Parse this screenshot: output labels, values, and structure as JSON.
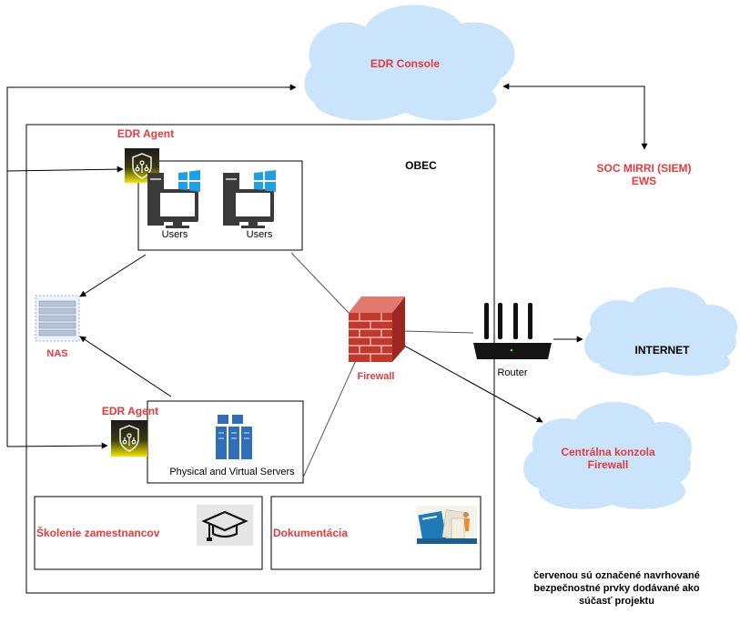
{
  "labels": {
    "edr_console": "EDR Console",
    "obec": "OBEC",
    "edr_agent_top": "EDR Agent",
    "edr_agent_bottom": "EDR Agent",
    "users_1": "Users",
    "users_2": "Users",
    "nas": "NAS",
    "firewall": "Firewall",
    "router": "Router",
    "internet": "INTERNET",
    "soc": "SOC MIRRI (SIEM)\nEWS",
    "central_console": "Centrálna konzola\nFirewall",
    "servers": "Physical and Virtual Servers",
    "training": "Školenie zamestnancov",
    "documentation": "Dokumentácia",
    "note": "červenou sú označené navrhované\nbezpečnostné prvky dodávané ako\nsúčasť projektu"
  },
  "colors": {
    "red_text": "#e8393d",
    "cloud_fill": "#c9e4fb",
    "brick": "#c0392b",
    "agent_yellow": "#f4e600",
    "server_blue": "#2f6fb5",
    "windows_blue": "#1ea0e6",
    "line": "#444444"
  },
  "icons": [
    "cloud-icon",
    "edr-agent-icon",
    "computer-icon",
    "windows-logo-icon",
    "nas-icon",
    "firewall-icon",
    "router-icon",
    "server-rack-icon",
    "graduation-cap-icon",
    "document-icon"
  ]
}
